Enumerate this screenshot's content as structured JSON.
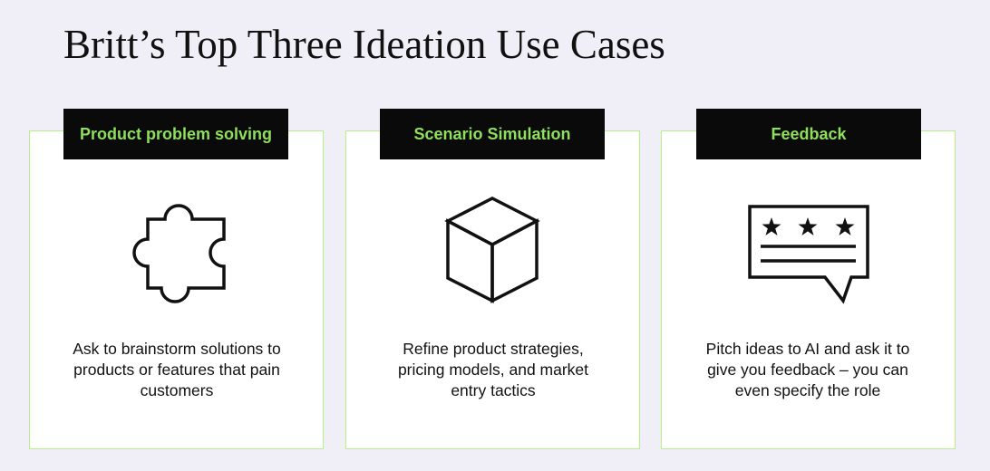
{
  "slide": {
    "title": "Britt’s Top Three Ideation Use Cases"
  },
  "colors": {
    "background": "#f0eef6",
    "header_fill": "#0a0a0a",
    "header_text": "#8ddf5c",
    "card_border": "#b6ef8a"
  },
  "cards": [
    {
      "header": "Product problem solving",
      "icon": "puzzle-piece-icon",
      "description": "Ask to brainstorm solutions to products or features that pain customers"
    },
    {
      "header": "Scenario Simulation",
      "icon": "cube-icon",
      "description": "Refine product strategies, pricing models, and market entry tactics"
    },
    {
      "header": "Feedback",
      "icon": "rating-speech-bubble-icon",
      "description": "Pitch ideas to AI and ask it to give you feedback – you can even specify the role"
    }
  ]
}
